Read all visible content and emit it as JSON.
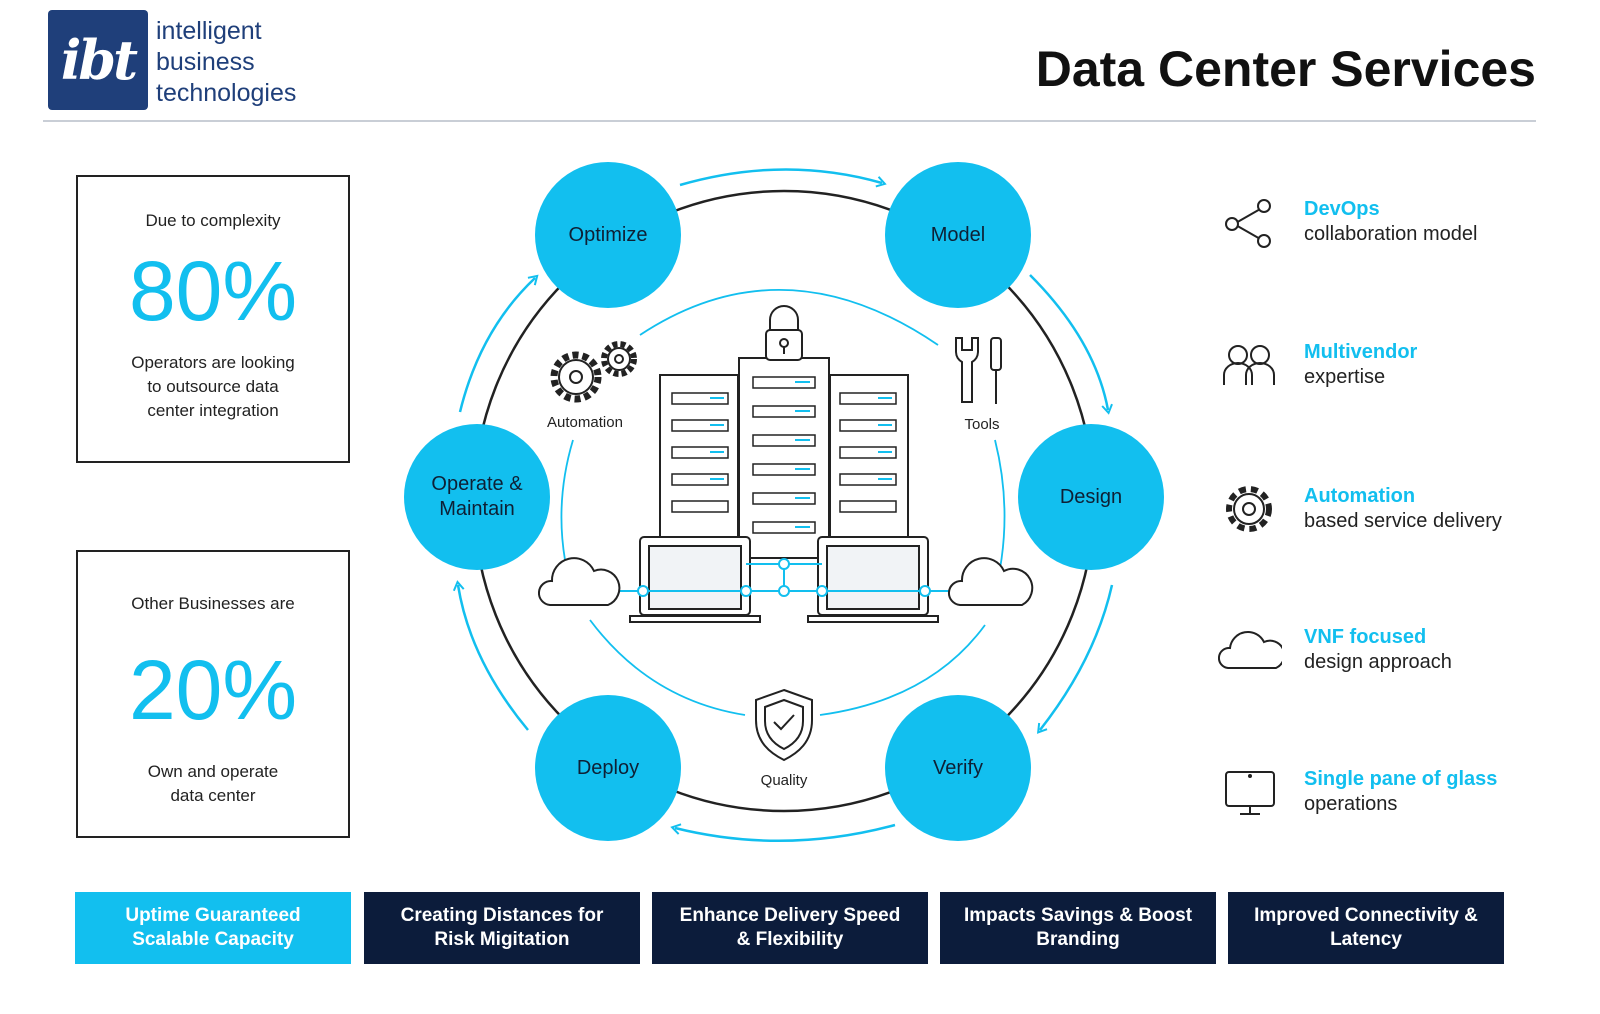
{
  "header": {
    "logo_mark": "ibt",
    "logo_lines": [
      "intelligent",
      "business",
      "technologies"
    ],
    "title": "Data Center Services"
  },
  "stats": [
    {
      "caption": "Due to complexity",
      "value": "80%",
      "description": [
        "Operators are looking",
        "to outsource data",
        "center integration"
      ]
    },
    {
      "caption": "Other Businesses are",
      "value": "20%",
      "description": [
        "Own and operate",
        "data center"
      ]
    }
  ],
  "diagram": {
    "phases": [
      {
        "label": [
          "Optimize"
        ]
      },
      {
        "label": [
          "Model"
        ]
      },
      {
        "label": [
          "Design"
        ]
      },
      {
        "label": [
          "Verify"
        ]
      },
      {
        "label": [
          "Deploy"
        ]
      },
      {
        "label": [
          "Operate &",
          "Maintain"
        ]
      }
    ],
    "inner_labels": {
      "automation": "Automation",
      "tools": "Tools",
      "quality": "Quality"
    },
    "icons": [
      "gears-icon",
      "lock-icon",
      "server-rack-icon",
      "tools-icon",
      "laptop-icon",
      "cloud-icon",
      "shield-check-icon"
    ]
  },
  "features": [
    {
      "title": "DevOps",
      "subtitle": "collaboration model",
      "icon": "share-icon"
    },
    {
      "title": "Multivendor",
      "subtitle": "expertise",
      "icon": "users-icon"
    },
    {
      "title": "Automation",
      "subtitle": "based service delivery",
      "icon": "gear-icon"
    },
    {
      "title": "VNF focused",
      "subtitle": "design approach",
      "icon": "cloud-icon"
    },
    {
      "title": "Single pane of glass",
      "subtitle": "operations",
      "icon": "monitor-icon"
    }
  ],
  "benefits": [
    {
      "lines": [
        "Uptime Guaranteed",
        "Scalable Capacity"
      ]
    },
    {
      "lines": [
        "Creating Distances for",
        "Risk Migitation"
      ]
    },
    {
      "lines": [
        "Enhance Delivery Speed",
        "& Flexibility"
      ]
    },
    {
      "lines": [
        "Impacts Savings & Boost",
        "Branding"
      ]
    },
    {
      "lines": [
        "Improved Connectivity &",
        "Latency"
      ]
    }
  ],
  "colors": {
    "accent": "#12bfef",
    "navy": "#0c1c3b",
    "logo": "#1f3f7a"
  }
}
